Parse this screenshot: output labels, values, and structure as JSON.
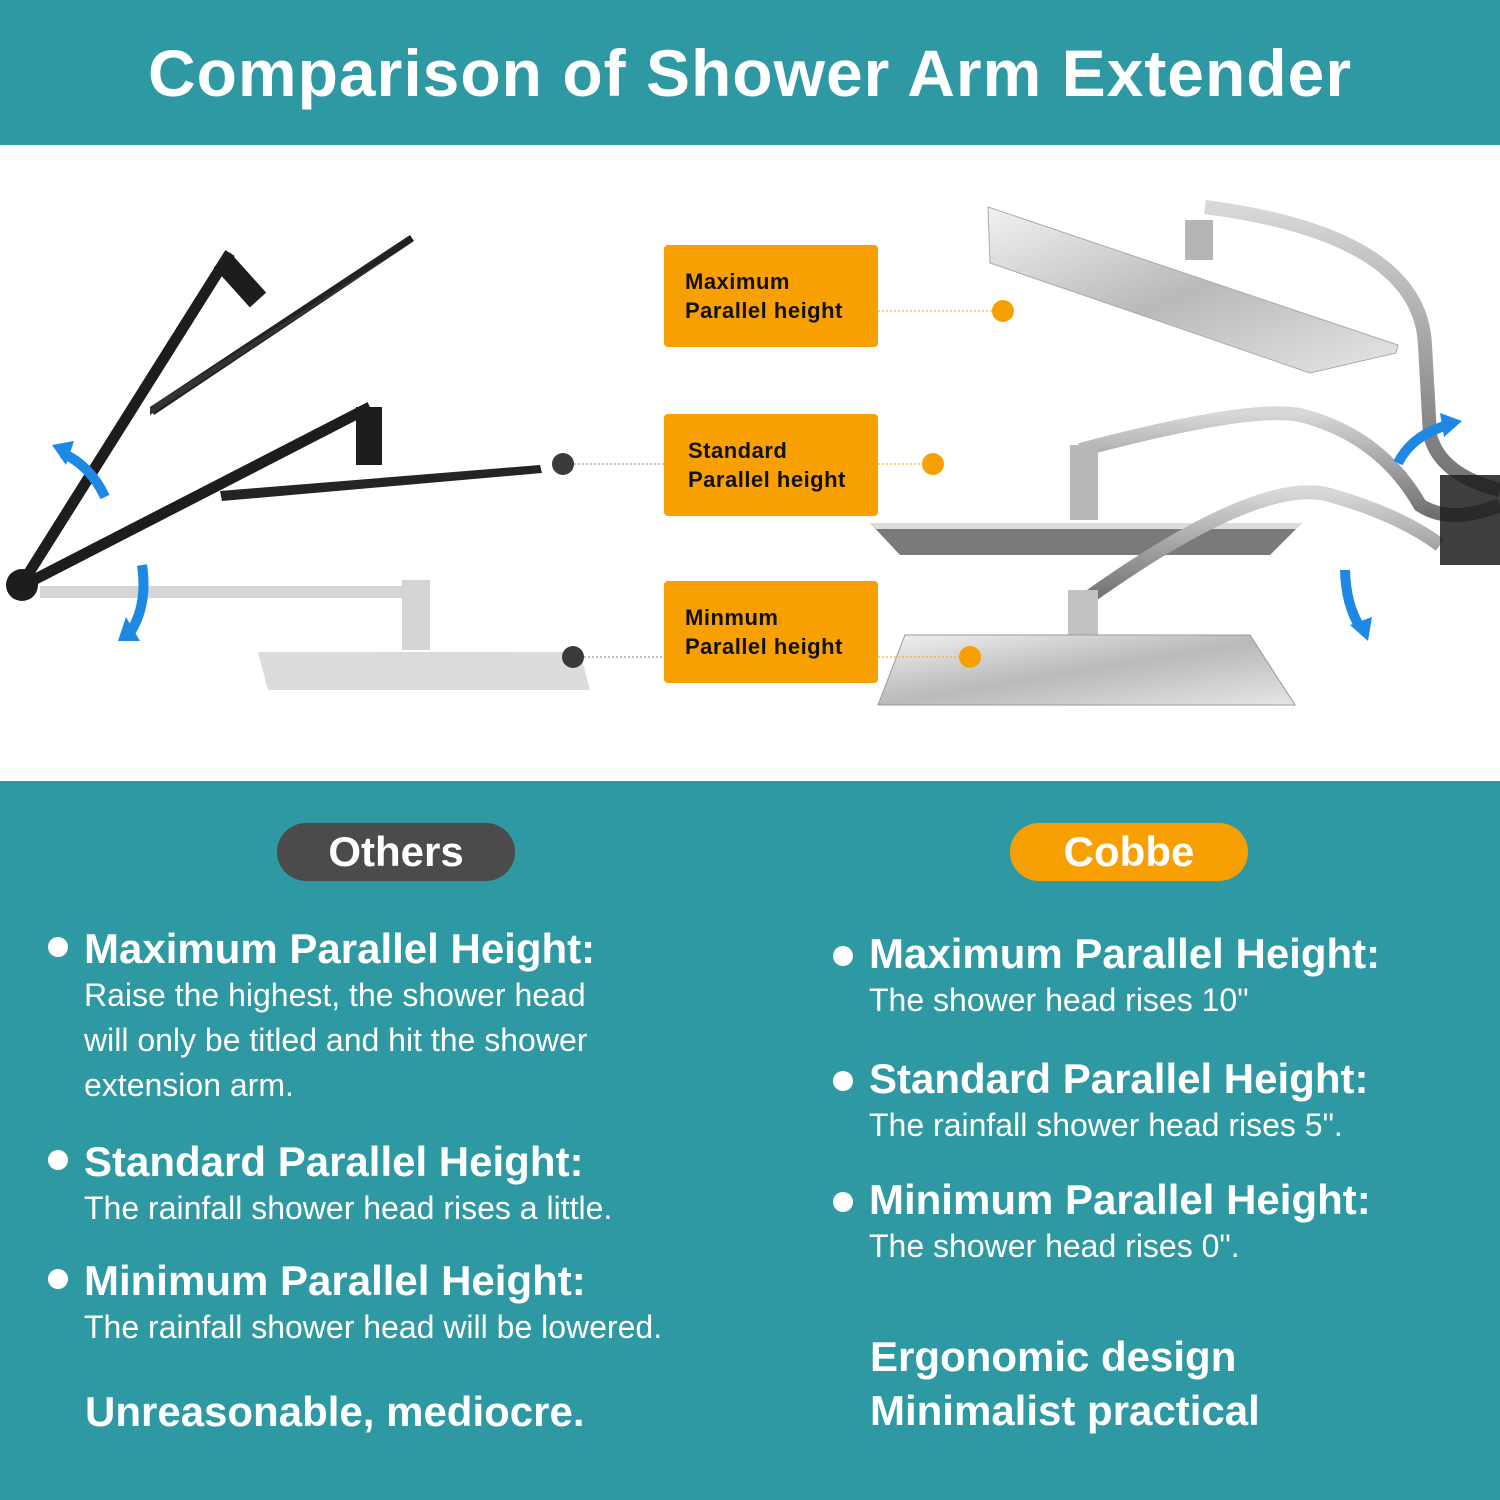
{
  "header": {
    "title": "Comparison of Shower Arm Extender"
  },
  "labels": [
    {
      "line1": "Maximum",
      "line2": "Parallel height"
    },
    {
      "line1": "Standard",
      "line2": "Parallel height"
    },
    {
      "line1": "Minmum",
      "line2": "Parallel height"
    }
  ],
  "others": {
    "badge": "Others",
    "items": [
      {
        "title": "Maximum Parallel Height:",
        "desc": [
          "Raise the highest, the shower head",
          "will only be titled and hit the shower",
          "extension arm."
        ]
      },
      {
        "title": "Standard Parallel Height:",
        "desc": [
          "The rainfall shower head rises a little."
        ]
      },
      {
        "title": "Minimum Parallel Height:",
        "desc": [
          "The rainfall shower head will be lowered."
        ]
      }
    ],
    "summary": "Unreasonable, mediocre."
  },
  "cobbe": {
    "badge": "Cobbe",
    "items": [
      {
        "title": "Maximum Parallel Height:",
        "desc": [
          "The shower head rises 10\""
        ]
      },
      {
        "title": "Standard Parallel Height:",
        "desc": [
          "The rainfall shower head rises 5\"."
        ]
      },
      {
        "title": "Minimum Parallel Height:",
        "desc": [
          "The shower head rises 0\"."
        ]
      }
    ],
    "summary": [
      "Ergonomic design",
      "Minimalist  practical"
    ]
  },
  "colors": {
    "background": "#2e99a2",
    "accent": "#f8a001",
    "others_badge": "#4b4b4b",
    "arrow": "#1e88e5",
    "text": "#ffffff"
  },
  "icons": [
    "tilt-up-arrow-icon",
    "tilt-down-arrow-icon"
  ]
}
